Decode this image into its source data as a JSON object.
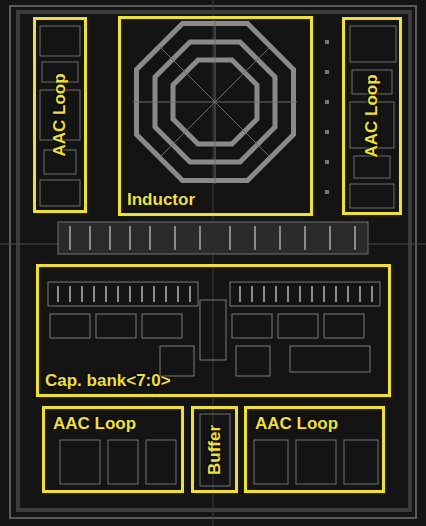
{
  "diagram": {
    "nodes": [
      {
        "text": [
          "AAC Loop"
        ]
      },
      {
        "text": [
          "Inductor"
        ]
      },
      {
        "text": [
          "AAC Loop"
        ]
      },
      {
        "text": [
          "Cap. bank<7:0>"
        ]
      },
      {
        "text": [
          "AAC Loop"
        ]
      },
      {
        "text": [
          "Buffer"
        ]
      },
      {
        "text": [
          "AAC Loop"
        ]
      }
    ]
  }
}
